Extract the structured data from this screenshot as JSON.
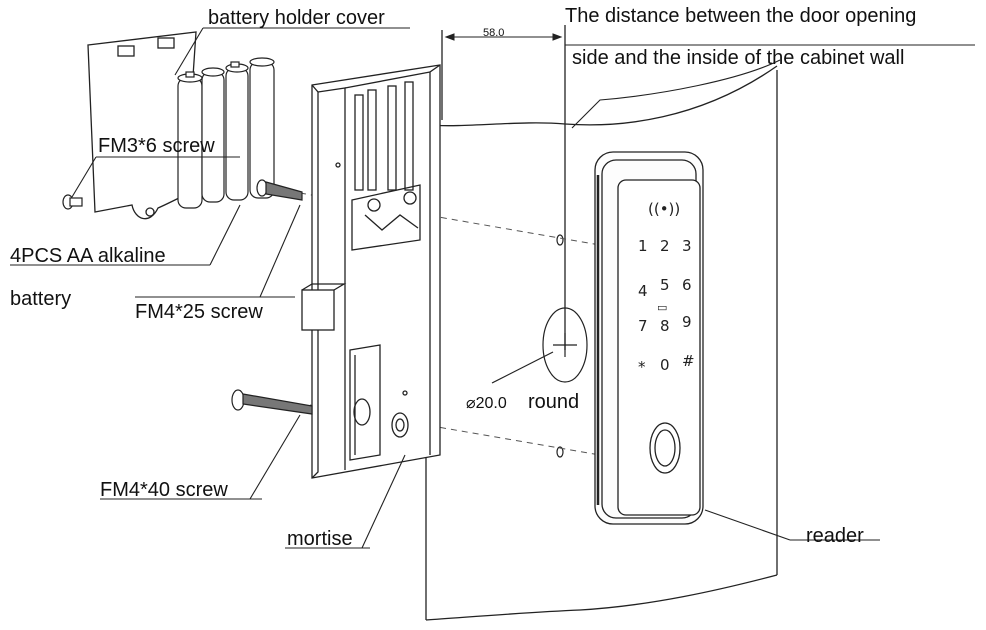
{
  "labels": {
    "battery_cover": "battery holder cover",
    "distance_line1": "The distance between the door opening",
    "distance_line2": "side and the inside of the cabinet wall",
    "fm3_screw": "FM3*6 screw",
    "batteries_line1": "4PCS AA alkaline",
    "batteries_line2": "battery",
    "fm4_25_screw": "FM4*25 screw",
    "fm4_40_screw": "FM4*40 screw",
    "mortise": "mortise",
    "hole_diameter": "⌀20.0",
    "hole_round": "round",
    "reader": "reader",
    "dimension_58": "58.0"
  },
  "keypad": {
    "rows": [
      [
        "1",
        "2",
        "3"
      ],
      [
        "4",
        "5",
        "6"
      ],
      [
        "7",
        "8",
        "9"
      ],
      [
        "*",
        "0",
        "#"
      ]
    ],
    "center_key": "▭",
    "nfc_symbol": "((•))"
  }
}
